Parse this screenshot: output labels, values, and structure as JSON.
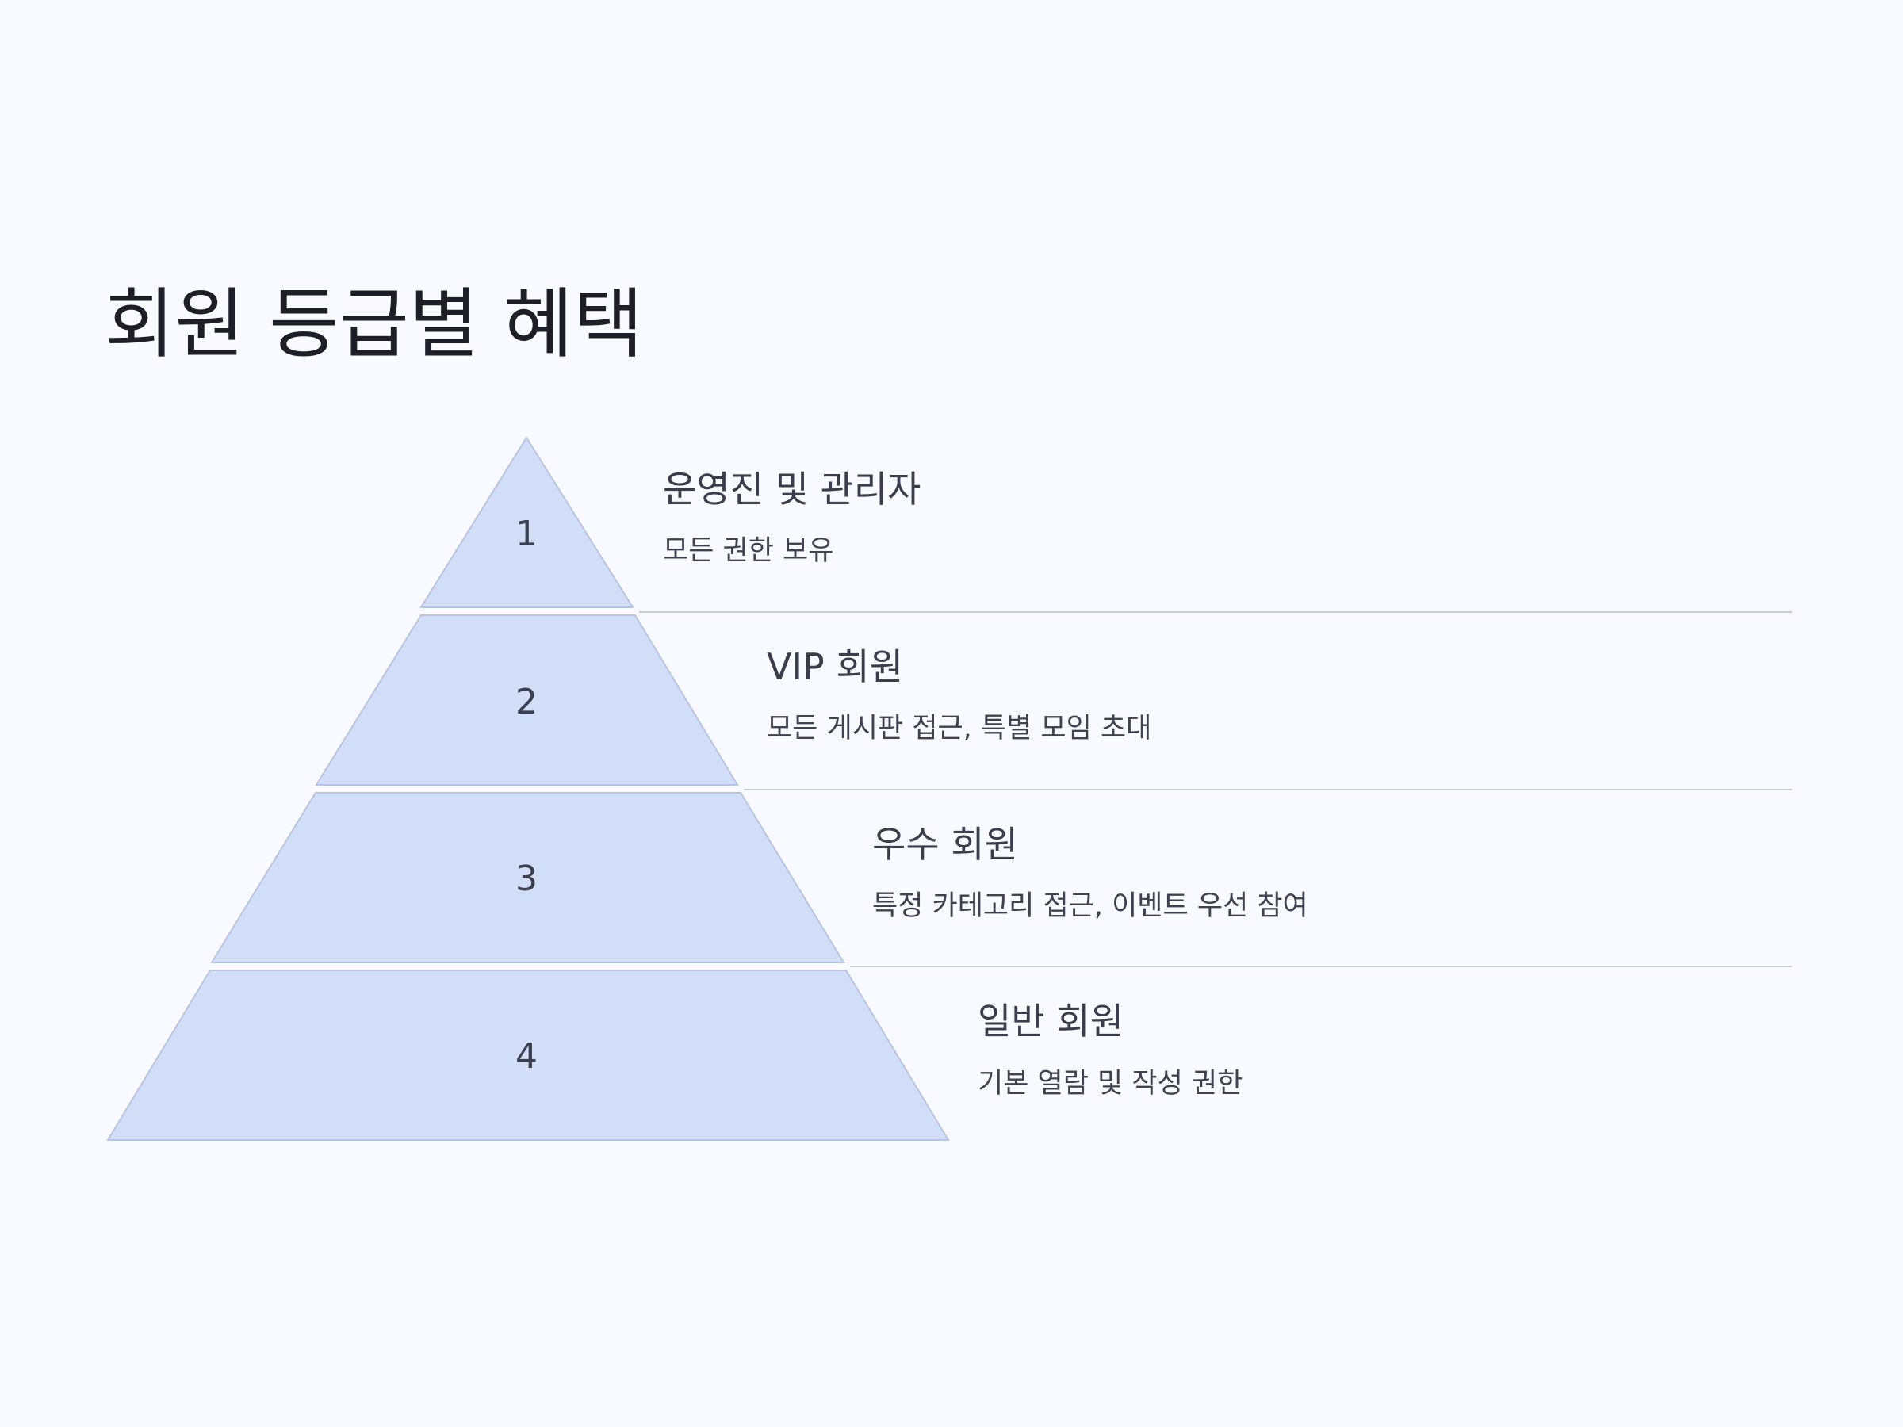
{
  "title": "회원 등급별 혜택",
  "tiers": [
    {
      "number": "1",
      "heading": "운영진 및 관리자",
      "description": "모든 권한 보유"
    },
    {
      "number": "2",
      "heading": "VIP 회원",
      "description": "모든 게시판 접근, 특별 모임 초대"
    },
    {
      "number": "3",
      "heading": "우수 회원",
      "description": "특정 카테고리 접근, 이벤트 우선 참여"
    },
    {
      "number": "4",
      "heading": "일반 회원",
      "description": "기본 열람 및 작성 권한"
    }
  ],
  "colors": {
    "background": "#f9faff",
    "tier_fill": "#d2def8",
    "tier_stroke": "#b7c5e3",
    "divider": "#c7cbd4",
    "title_text": "#1e1f26",
    "body_text": "#3a3d4b"
  }
}
